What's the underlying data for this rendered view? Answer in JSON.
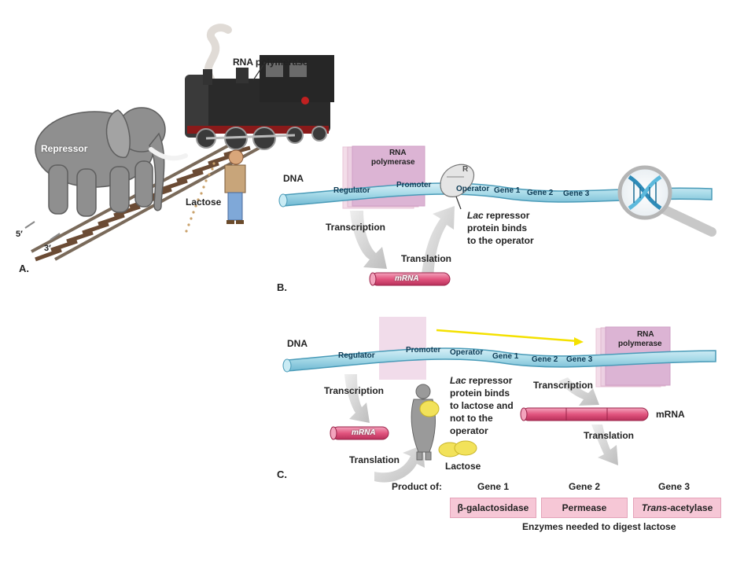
{
  "panel_a": {
    "label": "A.",
    "rna_polymerase": "RNA polymerase",
    "repressor": "Repressor",
    "lactose": "Lactose",
    "five_prime": "5′",
    "three_prime": "3′"
  },
  "panel_b": {
    "label": "B.",
    "dna": "DNA",
    "rna_polymerase_line1": "RNA",
    "rna_polymerase_line2": "polymerase",
    "regulator": "Regulator",
    "promoter": "Promoter",
    "operator": "Operator",
    "gene1": "Gene 1",
    "gene2": "Gene 2",
    "gene3": "Gene 3",
    "repressor_note_italic": "Lac",
    "repressor_note_line1_rest": " repressor",
    "repressor_note_line2": "protein binds",
    "repressor_note_line3": "to the operator",
    "transcription": "Transcription",
    "translation": "Translation",
    "mrna": "mRNA",
    "repressor_mark": "R"
  },
  "panel_c": {
    "label": "C.",
    "dna": "DNA",
    "regulator": "Regulator",
    "promoter": "Promoter",
    "operator": "Operator",
    "gene1": "Gene 1",
    "gene2": "Gene 2",
    "gene3": "Gene 3",
    "rna_polymerase_line1": "RNA",
    "rna_polymerase_line2": "polymerase",
    "repressor_note_italic": "Lac",
    "repressor_note_line1_rest": " repressor",
    "repressor_note_line2": "protein binds",
    "repressor_note_line3": "to lactose and",
    "repressor_note_line4": "not to the",
    "repressor_note_line5": "operator",
    "transcription_left": "Transcription",
    "transcription_right": "Transcription",
    "translation_left": "Translation",
    "translation_right": "Translation",
    "mrna_left": "mRNA",
    "mrna_right": "mRNA",
    "lactose": "Lactose",
    "product_of": "Product of:",
    "gene_headers": [
      "Gene 1",
      "Gene 2",
      "Gene 3"
    ],
    "enzyme1": "β-galactosidase",
    "enzyme2": "Permease",
    "enzyme3_italic": "Trans",
    "enzyme3_rest": "-acetylase",
    "enzymes_caption": "Enzymes needed to digest lactose"
  },
  "colors": {
    "dna_blue": "#a9dbe9",
    "dna_outline": "#4a9bb8",
    "polymerase_pink": "#dcb4d4",
    "mrna_pink": "#e2557f",
    "enzyme_box": "#f6c7d6",
    "lactose_yellow": "#f2e25a",
    "arrow_gray": "#c8c8c8",
    "yellow_arrow": "#f4e100"
  }
}
